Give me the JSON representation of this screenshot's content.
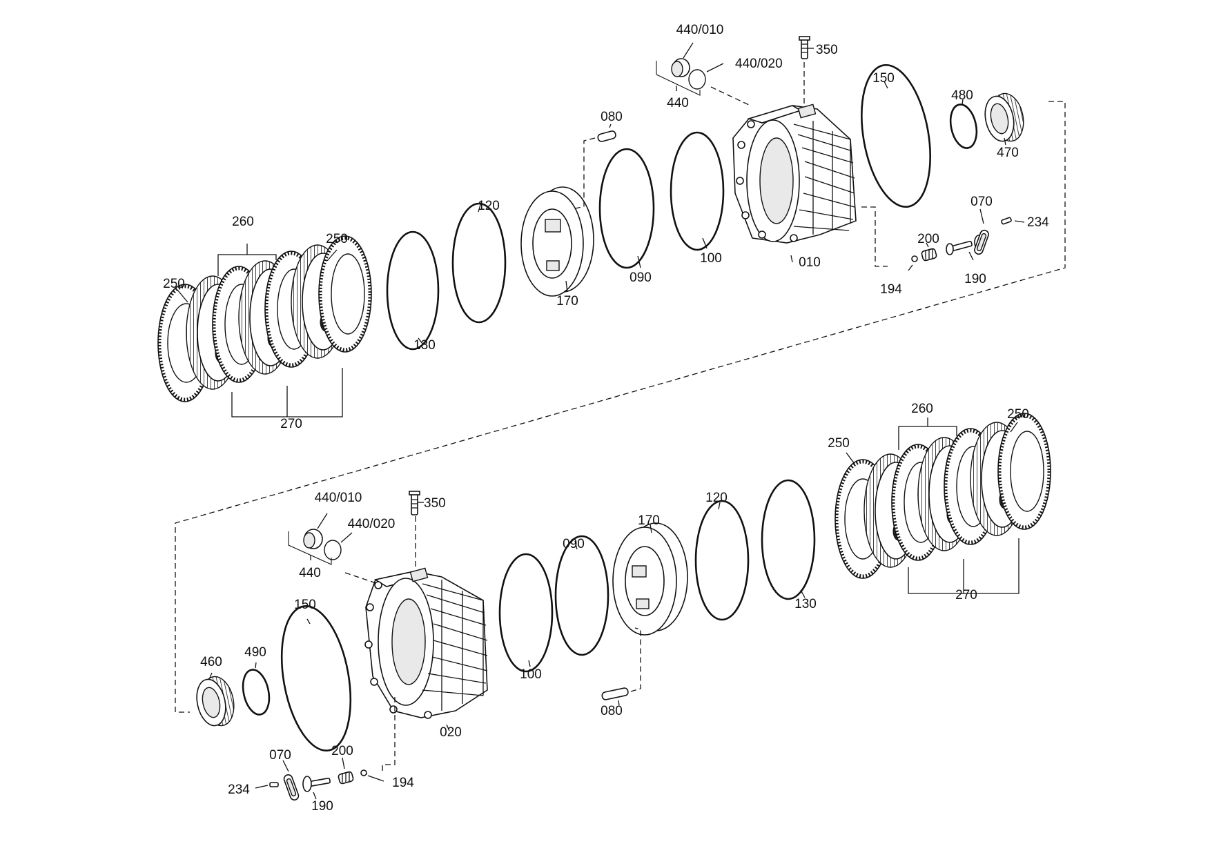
{
  "labels": {
    "top": {
      "p440_010": "440/010",
      "p440_020": "440/020",
      "p440": "440",
      "p350": "350",
      "p150": "150",
      "p480": "480",
      "p470": "470",
      "p080": "080",
      "p120": "120",
      "p260": "260",
      "p250a": "250",
      "p250b": "250",
      "p130": "130",
      "p170": "170",
      "p090": "090",
      "p100": "100",
      "p010": "010",
      "p070": "070",
      "p234": "234",
      "p200": "200",
      "p194": "194",
      "p190": "190",
      "p270": "270"
    },
    "bottom": {
      "p440_010": "440/010",
      "p440_020": "440/020",
      "p440": "440",
      "p350": "350",
      "p150": "150",
      "p460": "460",
      "p490": "490",
      "p020": "020",
      "p100": "100",
      "p090": "090",
      "p170": "170",
      "p080": "080",
      "p120": "120",
      "p130": "130",
      "p250a": "250",
      "p260": "260",
      "p250b": "250",
      "p270": "270",
      "p070": "070",
      "p200": "200",
      "p234": "234",
      "p194": "194",
      "p190": "190"
    }
  }
}
